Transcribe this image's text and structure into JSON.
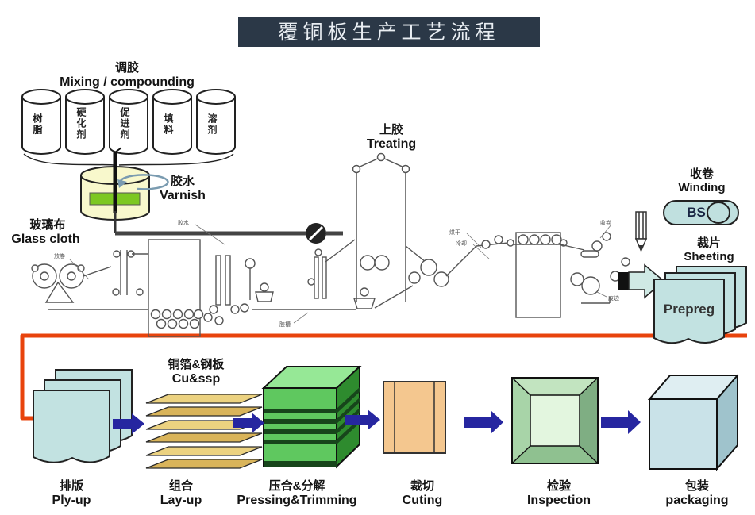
{
  "title": "覆铜板生产工艺流程",
  "mixing": {
    "label_cn": "调胶",
    "label_en": "Mixing / compounding",
    "cylinders": [
      "树脂",
      "硬化剂",
      "促进剂",
      "填料",
      "溶剂"
    ]
  },
  "varnish": {
    "label_cn": "胶水",
    "label_en": "Varnish"
  },
  "glass_cloth": {
    "label_cn": "玻璃布",
    "label_en": "Glass cloth"
  },
  "treating": {
    "label_cn": "上胶",
    "label_en": "Treating"
  },
  "winding": {
    "label_cn": "收卷",
    "label_en": "Winding",
    "roll_text": "BS"
  },
  "sheeting": {
    "label_cn": "裁片",
    "label_en": "Sheeting",
    "sheet_text": "Prepreg"
  },
  "layup_header": {
    "label_cn": "铜箔&钢板",
    "label_en": "Cu&ssp"
  },
  "stations": [
    {
      "label_cn": "排版",
      "label_en": "Ply-up"
    },
    {
      "label_cn": "组合",
      "label_en": "Lay-up"
    },
    {
      "label_cn": "压合&分解",
      "label_en": "Pressing&Trimming"
    },
    {
      "label_cn": "裁切",
      "label_en": "Cuting"
    },
    {
      "label_cn": "检验",
      "label_en": "Inspection"
    },
    {
      "label_cn": "包装",
      "label_en": "packaging"
    }
  ],
  "machine_notes": [
    "放卷",
    "胶水",
    "烘干",
    "冷却",
    "收卷",
    "废边",
    "胶槽"
  ],
  "colors": {
    "banner": "#2b3847",
    "flow_arrow": "#2626a0",
    "transfer_line": "#e8430c",
    "sheet_blue": "#c2e2e1",
    "layup_gold": "#ecd280",
    "press_green": "#5fc85f",
    "cutting_orange": "#f4c78f",
    "inspection_green": "#9ccf9e",
    "cube_blue": "#c9e2e8",
    "varnish_yellow": "#f8f8cc",
    "roll_teal": "#c0e0df"
  }
}
